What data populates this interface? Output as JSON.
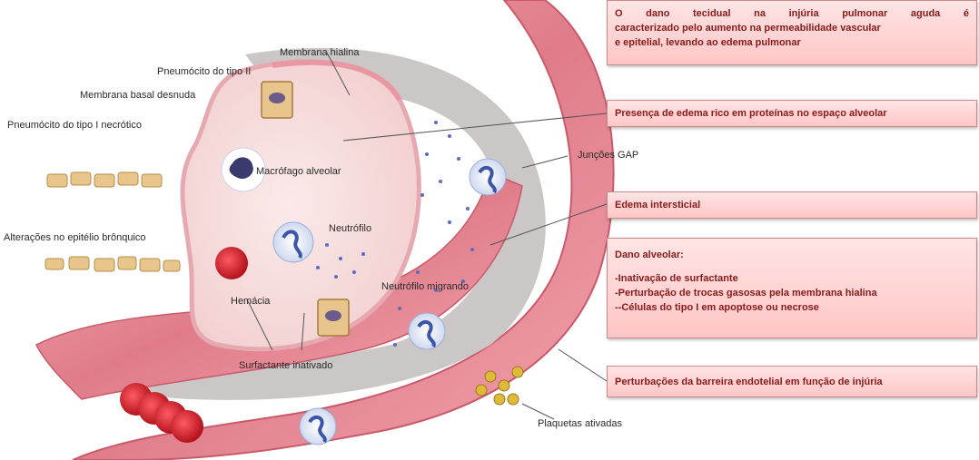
{
  "labels": {
    "membrana_hialina": "Membrana hialina",
    "pneumocito_tipo_ii": "Pneumócito do tipo II",
    "membrana_basal": "Membrana basal desnuda",
    "pneumocito_tipo_i": "Pneumócito do tipo I necrótico",
    "macrofago": "Macrófago alveolar",
    "juncoes_gap": "Junções GAP",
    "alteracoes_epitelio": "Alterações no epitélio brônquico",
    "neutrofilo": "Neutrófilo",
    "hemacia": "Hemácia",
    "neutrofilo_migrando": "Neutrófilo migrando",
    "surfactante": "Surfactante inativado",
    "plaquetas": "Plaquetas ativadas"
  },
  "boxes": {
    "box1": {
      "line1": "O dano tecidual na injúria pulmonar aguda é",
      "line2": "caracterizado pelo aumento na permeabilidade vascular",
      "line3": "e epitelial, levando ao edema pulmonar"
    },
    "box2": "Presença de edema rico em proteínas no espaço alveolar",
    "box3": "Edema intersticial",
    "box4": {
      "title": "Dano alveolar:",
      "item1": "-Inativação de surfactante",
      "item2": "-Perturbação de trocas gasosas  pela membrana hialina",
      "item3": "--Células do tipo I em apoptose ou necrose"
    },
    "box5": "Perturbações da barreira endotelial em função de injúria"
  },
  "colors": {
    "vessel": "#e98895",
    "alveolar_space": "#f7dada",
    "interstitium": "#c9c6c6",
    "box_text": "#8a1a1a",
    "box_fill": "#ffc6c6",
    "red_cell": "#d21e2a",
    "neutrophil_nucleus": "#3b56a8",
    "pneumocyte_ii": "#e8c58a"
  }
}
